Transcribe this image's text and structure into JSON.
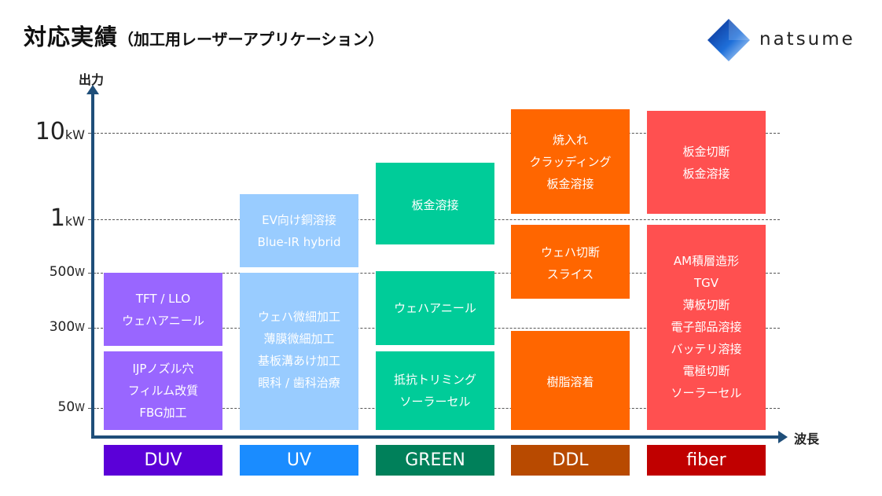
{
  "title": {
    "main": "対応実績",
    "sub": "（加工用レーザーアプリケーション）"
  },
  "logo": {
    "text": "natsume"
  },
  "axis": {
    "y_label": "出力",
    "x_label": "波長"
  },
  "ticks": [
    {
      "num": "10",
      "unit": "kW"
    },
    {
      "num": "1",
      "unit": "kW"
    },
    {
      "num": "500",
      "unit": "W"
    },
    {
      "num": "300",
      "unit": "W"
    },
    {
      "num": "50",
      "unit": "W"
    }
  ],
  "colors": {
    "axis": "#1f4e79",
    "duv_box": "#9966ff",
    "duv_label": "#5b00d8",
    "uv_box": "#99ccff",
    "uv_label": "#1a8cff",
    "green_box": "#00cc99",
    "green_label": "#00805a",
    "ddl_box": "#ff6600",
    "ddl_label": "#b84a00",
    "fiber_box": "#ff5050",
    "fiber_label": "#c00000"
  },
  "columns": [
    {
      "category": "DUV",
      "boxes": [
        {
          "lines": [
            "TFT / LLO",
            "ウェハアニール"
          ]
        },
        {
          "lines": [
            "IJPノズル穴",
            "フィルム改質",
            "FBG加工"
          ]
        }
      ]
    },
    {
      "category": "UV",
      "boxes": [
        {
          "lines": [
            "EV向け銅溶接",
            "Blue-IR hybrid"
          ]
        },
        {
          "lines": [
            "ウェハ微細加工",
            "薄膜微細加工",
            "基板溝あけ加工",
            "眼科 / 歯科治療"
          ]
        }
      ]
    },
    {
      "category": "GREEN",
      "boxes": [
        {
          "lines": [
            "板金溶接"
          ]
        },
        {
          "lines": [
            "ウェハアニール"
          ]
        },
        {
          "lines": [
            "抵抗トリミング",
            "ソーラーセル"
          ]
        }
      ]
    },
    {
      "category": "DDL",
      "boxes": [
        {
          "lines": [
            "焼入れ",
            "クラッディング",
            "板金溶接"
          ]
        },
        {
          "lines": [
            "ウェハ切断",
            "スライス"
          ]
        },
        {
          "lines": [
            "樹脂溶着"
          ]
        }
      ]
    },
    {
      "category": "fiber",
      "boxes": [
        {
          "lines": [
            "板金切断",
            "板金溶接"
          ]
        },
        {
          "lines": [
            "AM積層造形",
            "TGV",
            "薄板切断",
            "電子部品溶接",
            "バッテリ溶接",
            "電極切断",
            "ソーラーセル"
          ]
        }
      ]
    }
  ]
}
